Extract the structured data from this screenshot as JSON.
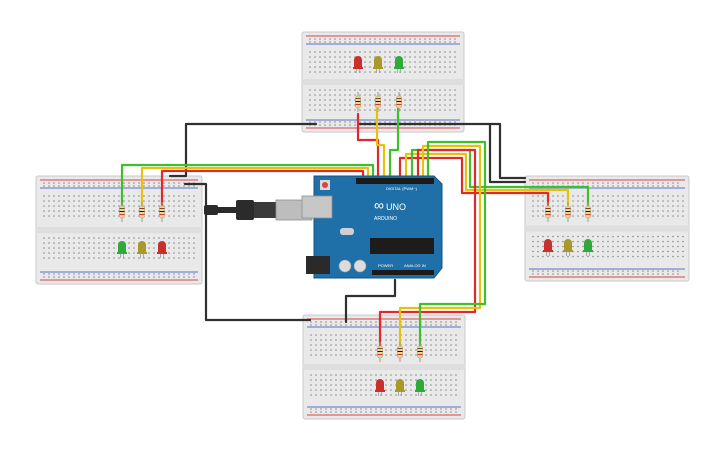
{
  "board": {
    "brand_label": "ARDUINO",
    "model_label": "UNO",
    "logo_symbol": "∞",
    "digital_label": "DIGITAL (PWM~)",
    "power_label": "POWER",
    "analog_label": "ANALOG IN"
  },
  "led_groups": [
    {
      "id": "top",
      "colors": [
        "#c9302c",
        "#a89a2a",
        "#2faa3a"
      ]
    },
    {
      "id": "left",
      "colors": [
        "#2faa3a",
        "#a89a2a",
        "#c9302c"
      ]
    },
    {
      "id": "right",
      "colors": [
        "#c9302c",
        "#a89a2a",
        "#2faa3a"
      ]
    },
    {
      "id": "bottom",
      "colors": [
        "#c9302c",
        "#a89a2a",
        "#2faa3a"
      ]
    }
  ],
  "colors": {
    "board": "#1f6fa8",
    "wire_black": "#303030",
    "wire_red": "#e02a2a",
    "wire_yellow": "#e6c20a",
    "wire_green": "#3fbf2a"
  },
  "icons": [
    "usb-cable-icon",
    "led-icon",
    "resistor-icon",
    "ic-chip-icon"
  ]
}
